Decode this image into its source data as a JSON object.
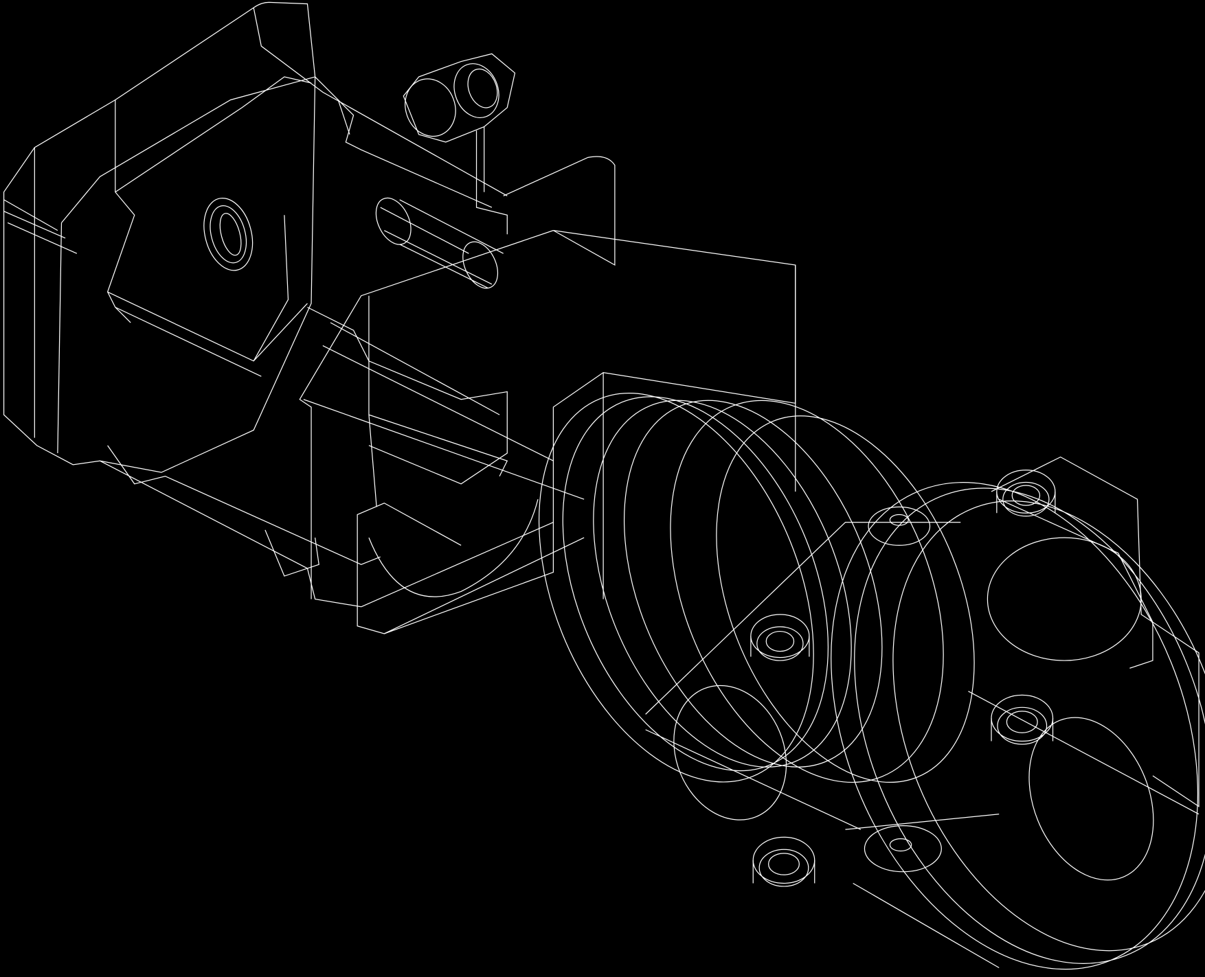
{
  "drawing": {
    "style": "wireframe",
    "background_color": "#000000",
    "line_color": "#ffffff",
    "components": [
      "motor-block",
      "coupling-block",
      "hex-nut",
      "front-disc",
      "rear-disc",
      "socket-screws"
    ]
  }
}
